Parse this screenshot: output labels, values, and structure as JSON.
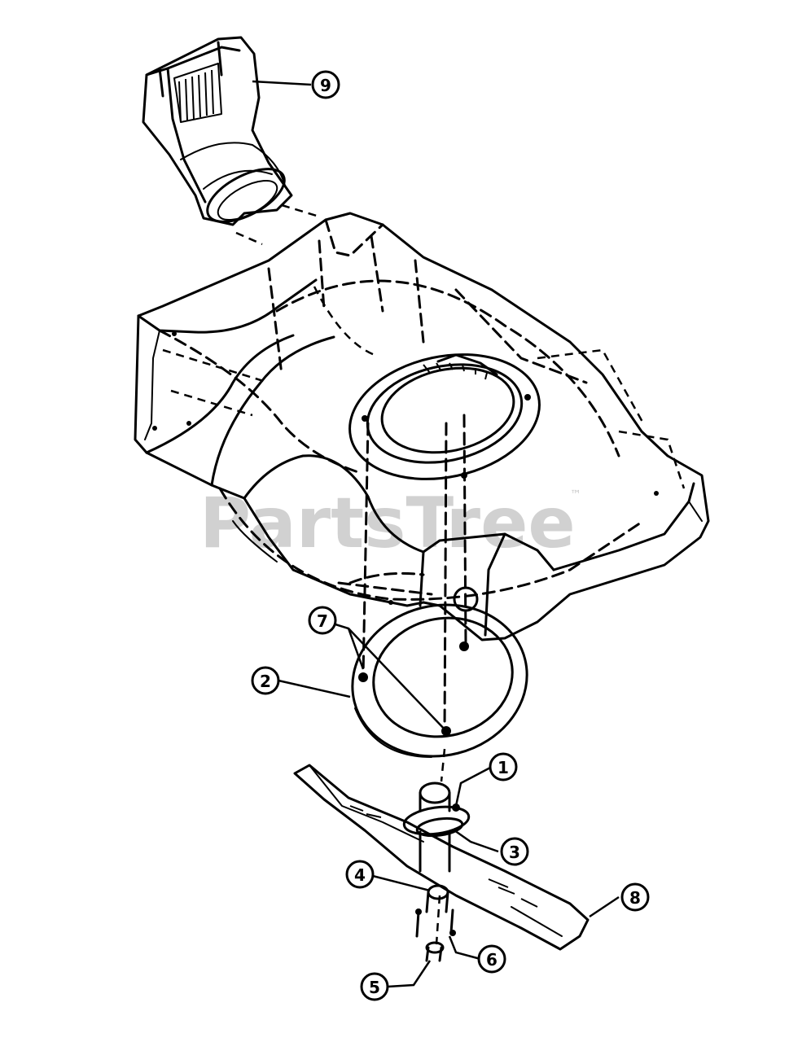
{
  "diagram": {
    "callouts": [
      {
        "id": "c9",
        "label": "9"
      },
      {
        "id": "c7",
        "label": "7"
      },
      {
        "id": "c2",
        "label": "2"
      },
      {
        "id": "c1",
        "label": "1"
      },
      {
        "id": "c3",
        "label": "3"
      },
      {
        "id": "c4",
        "label": "4"
      },
      {
        "id": "c8a",
        "label": "8"
      },
      {
        "id": "c6",
        "label": "6"
      },
      {
        "id": "c5",
        "label": "5"
      }
    ],
    "watermark": "PartsTree",
    "watermark_tm": "™"
  }
}
